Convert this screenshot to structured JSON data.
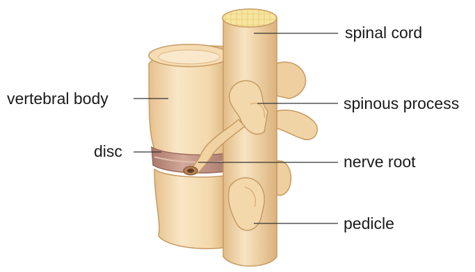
{
  "diagram": {
    "labels": {
      "spinal_cord": "spinal cord",
      "vertebral_body": "vertebral body",
      "spinous_process": "spinous process",
      "disc": "disc",
      "nerve_root": "nerve root",
      "pedicle": "pedicle"
    },
    "colors": {
      "bone_light": "#f9e6c6",
      "bone_mid": "#efcf9f",
      "bone_shadow": "#d9b07a",
      "bone_outline": "#c69a62",
      "disc": "#c79a8a",
      "disc_dark": "#9b6a5e",
      "cord_top": "#f6e39a",
      "leader_line": "#333333"
    }
  }
}
